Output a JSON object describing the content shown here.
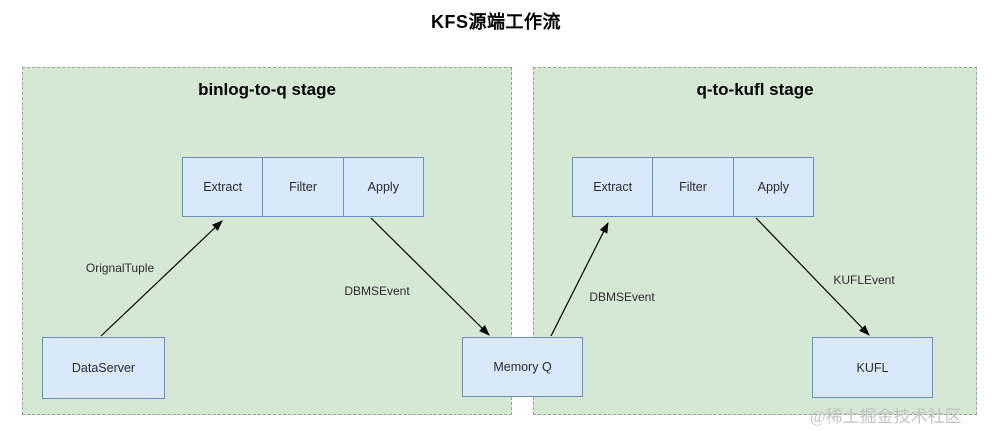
{
  "title": "KFS源端工作流",
  "left_panel": {
    "title": "binlog-to-q stage",
    "cells": [
      "Extract",
      "Filter",
      "Apply"
    ],
    "source_node": "DataServer",
    "arrow1_label": "OrignalTuple",
    "arrow2_label": "DBMSEvent"
  },
  "right_panel": {
    "title": "q-to-kufl stage",
    "cells": [
      "Extract",
      "Filter",
      "Apply"
    ],
    "sink_node": "KUFL",
    "arrow1_label": "DBMSEvent",
    "arrow2_label": "KUFLEvent"
  },
  "shared_queue_node": "Memory Q",
  "watermark": "@稀土掘金技术社区",
  "colors": {
    "panel_fill": "#d5e8d4",
    "panel_border": "#93a893",
    "node_fill": "#dae8fc",
    "node_border": "#6c8ebf",
    "arrow": "#000000"
  }
}
